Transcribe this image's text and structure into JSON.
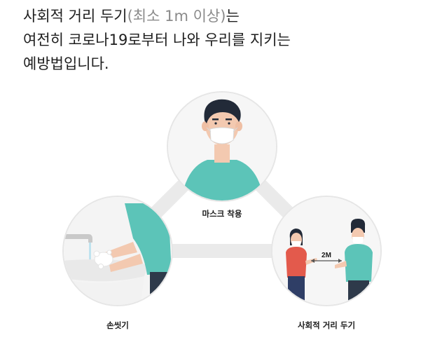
{
  "headline": {
    "line1_main": "사회적 거리 두기",
    "line1_paren": "(최소 1m 이상)",
    "line1_end": "는",
    "line2": "여전히 코로나19로부터 나와 우리를 지키는",
    "line3": "예방법입니다."
  },
  "diagram": {
    "nodes": [
      {
        "id": "mask",
        "label": "마스크 착용"
      },
      {
        "id": "handwash",
        "label": "손씻기"
      },
      {
        "id": "distance",
        "label": "사회적 거리 두기"
      }
    ],
    "distance_label": "2M"
  },
  "colors": {
    "teal_shirt": "#5cc4b8",
    "red_shirt": "#e35a4c",
    "skin": "#f3c9b0",
    "hair": "#222a38",
    "circle_border": "#e6e6e6",
    "connector": "#eaeaea"
  }
}
